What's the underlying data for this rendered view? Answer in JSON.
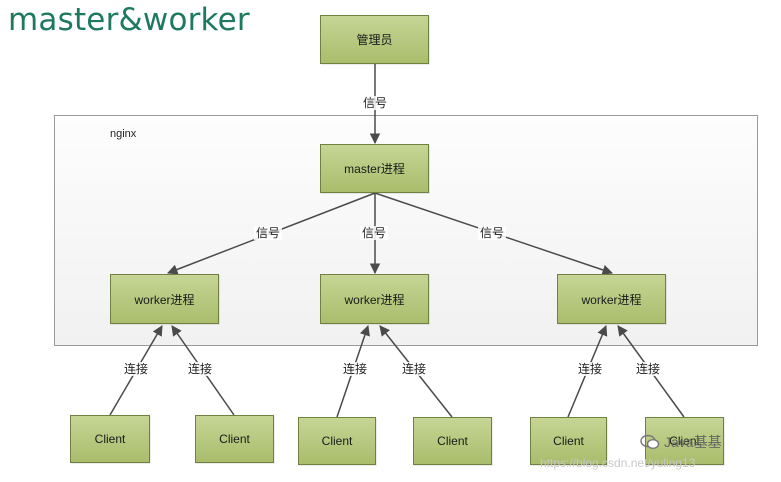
{
  "title": "master&worker",
  "frame": {
    "label": "nginx"
  },
  "nodes": {
    "admin": "管理员",
    "master": "master进程",
    "worker1": "worker进程",
    "worker2": "worker进程",
    "worker3": "worker进程",
    "client1": "Client",
    "client2": "Client",
    "client3": "Client",
    "client4": "Client",
    "client5": "Client",
    "client6": "Client"
  },
  "edge_labels": {
    "signal_admin_master": "信号",
    "signal_master_worker1": "信号",
    "signal_master_worker2": "信号",
    "signal_master_worker3": "信号",
    "connect_c1": "连接",
    "connect_c2": "连接",
    "connect_c3": "连接",
    "connect_c4": "连接",
    "connect_c5": "连接",
    "connect_c6": "连接"
  },
  "colors": {
    "node_fill": "#b5c77e",
    "node_border": "#6f8140",
    "title": "#1d7a5f",
    "edge": "#4a4a4a"
  },
  "watermark": {
    "brand": "Java基基",
    "url": "https://blog.csdn.net/yuling13"
  }
}
